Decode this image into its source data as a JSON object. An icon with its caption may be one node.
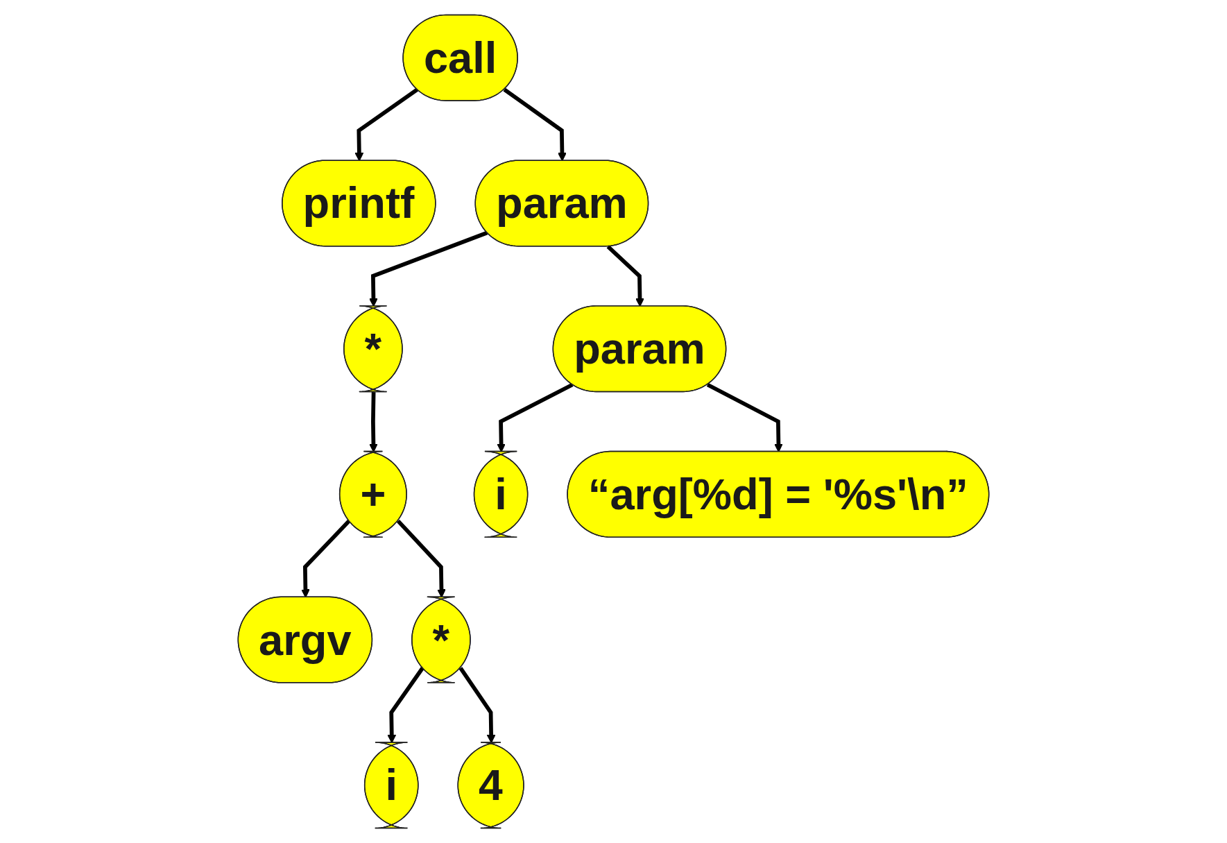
{
  "diagram": {
    "nodes": [
      {
        "text": [
          "call"
        ]
      },
      {
        "text": [
          "printf"
        ]
      },
      {
        "text": [
          "param"
        ]
      },
      {
        "text": [
          "*"
        ]
      },
      {
        "text": [
          "param"
        ]
      },
      {
        "text": [
          "+"
        ]
      },
      {
        "text": [
          "argv"
        ]
      },
      {
        "text": [
          "*"
        ]
      },
      {
        "text": [
          "i"
        ]
      },
      {
        "text": [
          "“arg[%d] = '%s'\\n”"
        ]
      },
      {
        "text": [
          "i"
        ]
      },
      {
        "text": [
          "4"
        ]
      }
    ],
    "edges": [
      {
        "from": 0,
        "to": 1,
        "arrow": "to"
      },
      {
        "from": 0,
        "to": 2,
        "arrow": "to"
      },
      {
        "from": 2,
        "to": 3,
        "arrow": "to"
      },
      {
        "from": 2,
        "to": 4,
        "arrow": "to"
      },
      {
        "from": 3,
        "to": 5,
        "arrow": "to"
      },
      {
        "from": 4,
        "to": 8,
        "arrow": "to"
      },
      {
        "from": 4,
        "to": 9,
        "arrow": "to"
      },
      {
        "from": 5,
        "to": 6,
        "arrow": "to"
      },
      {
        "from": 5,
        "to": 7,
        "arrow": "to"
      },
      {
        "from": 7,
        "to": 10,
        "arrow": "to"
      },
      {
        "from": 7,
        "to": 11,
        "arrow": "to"
      }
    ]
  }
}
